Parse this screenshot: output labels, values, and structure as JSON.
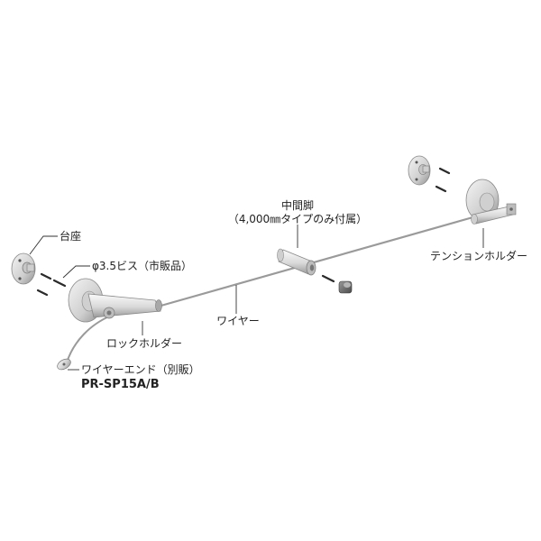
{
  "labels": {
    "base": "台座",
    "screw": "φ3.5ビス（市販品）",
    "middle_leg": "中間脚",
    "middle_leg_note": "（4,000㎜タイプのみ付属）",
    "tension_holder": "テンションホルダー",
    "wire": "ワイヤー",
    "lock_holder": "ロックホルダー",
    "wire_end": "ワイヤーエンド（別販）",
    "wire_end_model": "PR-SP15A/B"
  },
  "colors": {
    "metal_light": "#e4e4e4",
    "metal_mid": "#bdbdbd",
    "metal_dark": "#7c7c7c",
    "wire": "#9a9a9a",
    "screw": "#2a2a2a"
  }
}
